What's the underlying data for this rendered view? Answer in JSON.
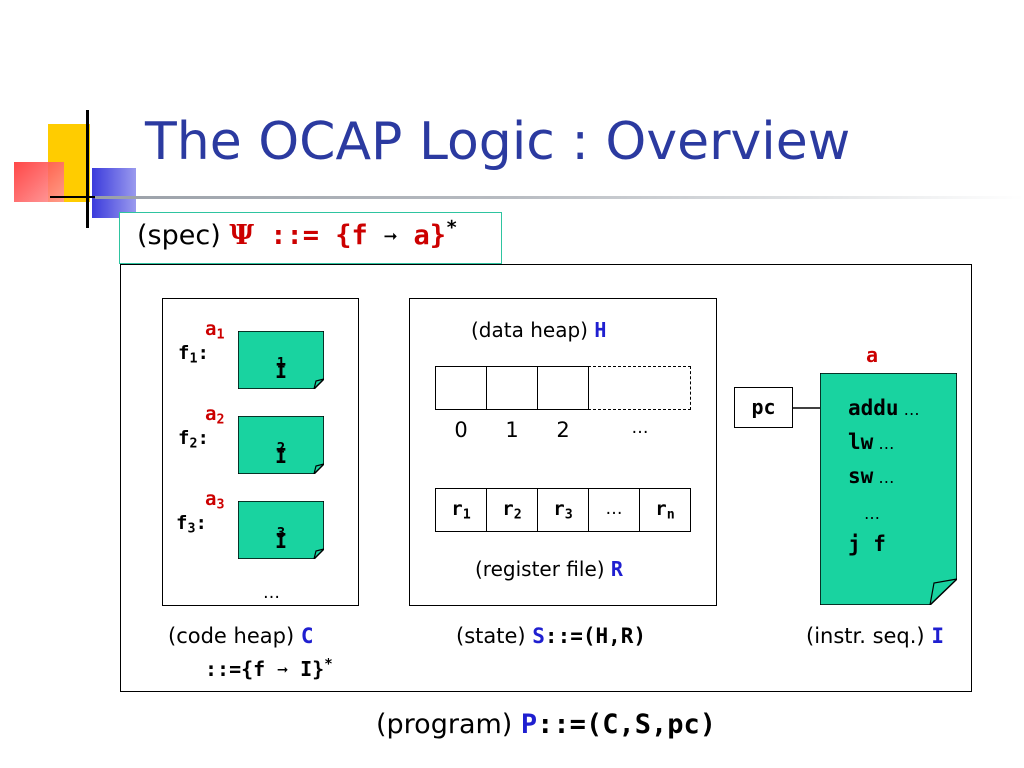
{
  "slide": {
    "title": "The OCAP Logic : Overview",
    "colors": {
      "title": "#2b3aa0",
      "accent_red": "#cc0000",
      "accent_blue": "#1f1fd0",
      "note_fill": "#19d3a0"
    }
  },
  "spec": {
    "label": "(spec) ",
    "psi": "Ψ",
    "def": " ::= {f ",
    "arrow": "➞",
    "def_end": " a}",
    "star": "*"
  },
  "code_heap": {
    "entries": [
      {
        "f": "f",
        "sub": "1",
        "colon": ":",
        "a": "a",
        "a_sub": "1",
        "i": "I",
        "i_sub": "1"
      },
      {
        "f": "f",
        "sub": "2",
        "colon": ":",
        "a": "a",
        "a_sub": "2",
        "i": "I",
        "i_sub": "2"
      },
      {
        "f": "f",
        "sub": "3",
        "colon": ":",
        "a": "a",
        "a_sub": "3",
        "i": "I",
        "i_sub": "3"
      }
    ],
    "ellipsis": "…",
    "caption": "(code heap) ",
    "symbol": "C",
    "def": "::={f ",
    "arrow": "➞",
    "def_end": " I}",
    "star": "*"
  },
  "state": {
    "data_heap_caption": "(data heap) ",
    "data_heap_symbol": "H",
    "heap_indices": [
      "0",
      "1",
      "2",
      "…"
    ],
    "registers": [
      {
        "r": "r",
        "sub": "1"
      },
      {
        "r": "r",
        "sub": "2"
      },
      {
        "r": "r",
        "sub": "3"
      },
      {
        "r": "…",
        "sub": ""
      },
      {
        "r": "r",
        "sub": "n"
      }
    ],
    "register_caption": "(register file) ",
    "register_symbol": "R",
    "caption": "(state) ",
    "symbol": "S",
    "def": "::=(H,R)"
  },
  "instr": {
    "spec_label": "a",
    "pc_label": "pc",
    "lines": [
      {
        "op": "addu",
        "rest": " …"
      },
      {
        "op": "lw",
        "rest": " …"
      },
      {
        "op": "sw",
        "rest": " …"
      },
      {
        "op": "",
        "rest": "…"
      },
      {
        "op": "j f",
        "rest": ""
      }
    ],
    "caption": "(instr. seq.) ",
    "symbol": "I"
  },
  "program": {
    "caption": "(program) ",
    "symbol": "P",
    "def": "::=(C,S,pc)"
  }
}
